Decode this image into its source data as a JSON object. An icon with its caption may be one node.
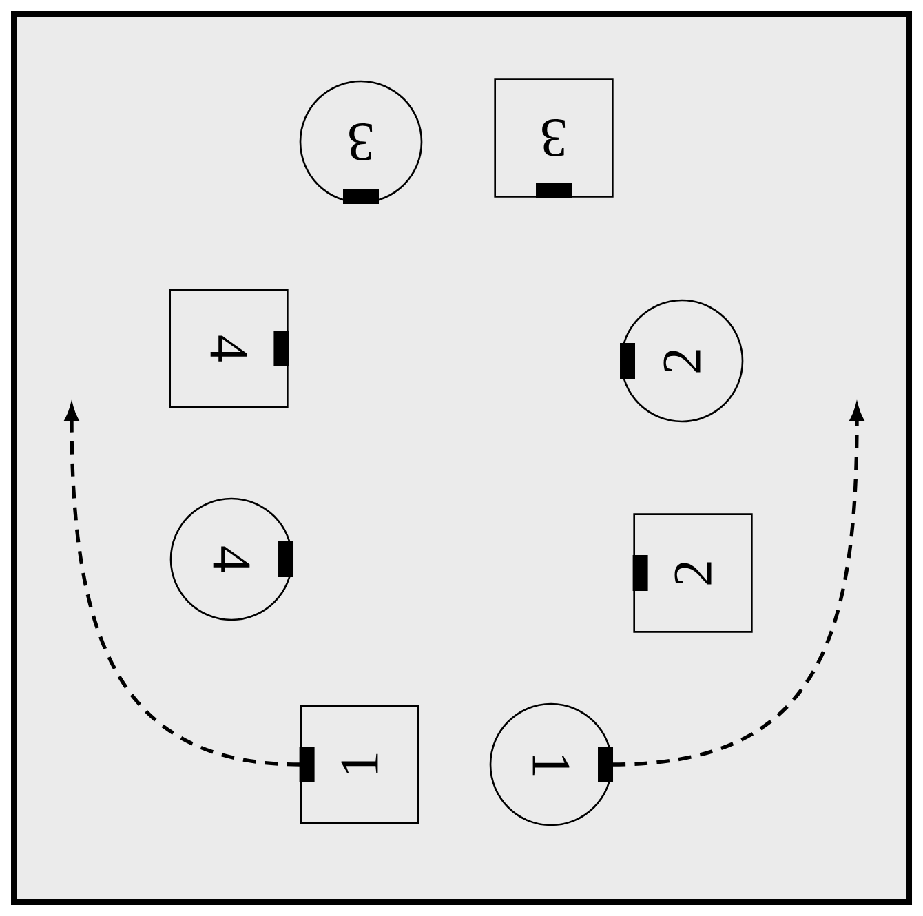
{
  "diagram": {
    "nodes": [
      {
        "text": [
          "3"
        ]
      },
      {
        "text": [
          "3"
        ]
      },
      {
        "text": [
          "4"
        ]
      },
      {
        "text": [
          "2"
        ]
      },
      {
        "text": [
          "4"
        ]
      },
      {
        "text": [
          "2"
        ]
      },
      {
        "text": [
          "1"
        ]
      },
      {
        "text": [
          "1"
        ]
      }
    ],
    "edges": [
      {
        "from": 6,
        "to": null,
        "arrow": "to",
        "style": "dashed"
      },
      {
        "from": 7,
        "to": null,
        "arrow": "to",
        "style": "dashed"
      }
    ]
  }
}
